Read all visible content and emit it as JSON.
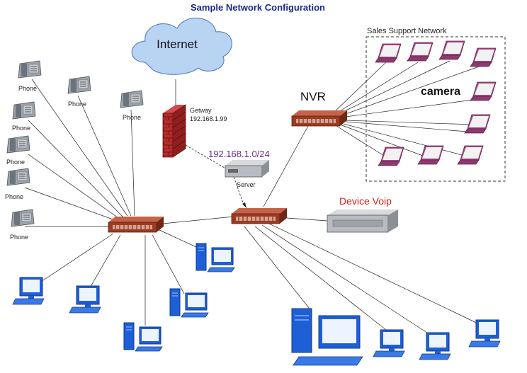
{
  "title": "Sample Network Configuration",
  "labels": {
    "internet": "Internet",
    "gateway_name": "Getway",
    "gateway_ip": "192.168.1.99",
    "subnet": "192.168.1.0/24",
    "server": "Server",
    "nvr": "NVR",
    "sales_network": "Sales Support Network",
    "camera": "camera",
    "device_voip": "Device Voip",
    "phone": "Phone"
  },
  "colors": {
    "title": "#1a2a8c",
    "cloud": "#b9d4f3",
    "subnet": "#6a2a8a",
    "voip": "#d4201e",
    "switch": "#9b3b24",
    "laptop": "#a84b87",
    "pc": "#1f5fd6",
    "firewall": "#b82a2a"
  }
}
